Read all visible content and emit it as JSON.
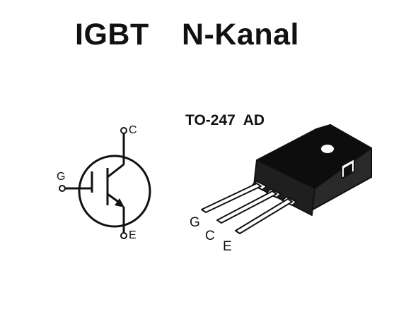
{
  "header": {
    "device": "IGBT",
    "channel": "N-Kanal"
  },
  "package": {
    "name": "TO-247  AD"
  },
  "symbol": {
    "pins": {
      "collector": "C",
      "gate": "G",
      "emitter": "E"
    }
  },
  "device_pins": {
    "gate": "G",
    "collector": "C",
    "emitter": "E"
  }
}
